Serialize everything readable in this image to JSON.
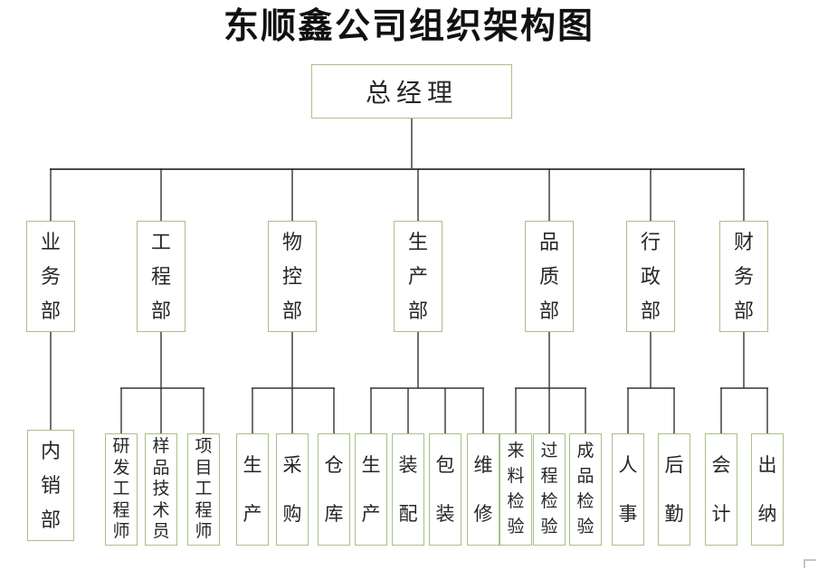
{
  "title": "东顺鑫公司组织架构图",
  "colors": {
    "box_border": "#a8c08a",
    "connector": "#333333",
    "bus_line": "#4a4a4a",
    "text": "#262626",
    "background": "#ffffff",
    "title_color": "#111111"
  },
  "root": {
    "label": "总经理"
  },
  "departments": [
    {
      "label": "业务部",
      "children": [
        "内销部"
      ]
    },
    {
      "label": "工程部",
      "children": [
        "研发工程师",
        "样品技术员",
        "项目工程师"
      ]
    },
    {
      "label": "物控部",
      "children": [
        "生产",
        "采购",
        "仓库"
      ]
    },
    {
      "label": "生产部",
      "children": [
        "生产",
        "装配",
        "包装",
        "维修"
      ]
    },
    {
      "label": "品质部",
      "children": [
        "来料检验",
        "过程检验",
        "成品检验"
      ]
    },
    {
      "label": "行政部",
      "children": [
        "人事",
        "后勤"
      ]
    },
    {
      "label": "财务部",
      "children": [
        "会计",
        "出纳"
      ]
    }
  ]
}
